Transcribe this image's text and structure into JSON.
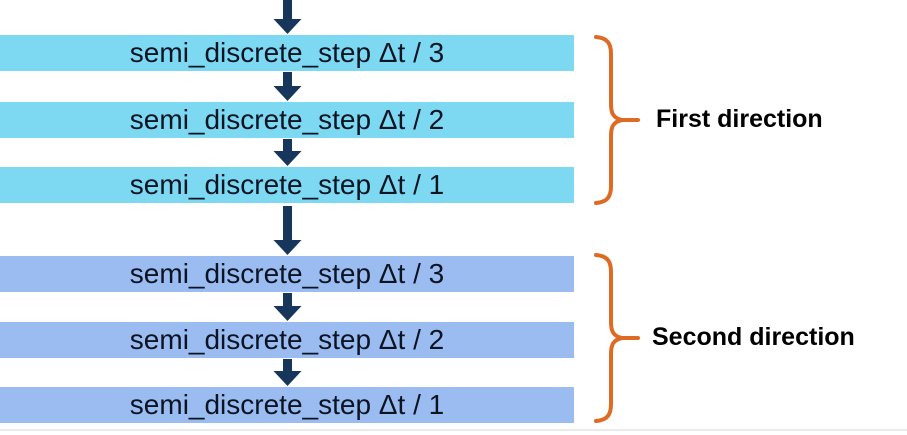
{
  "colors": {
    "background": "#FFFFFF",
    "group1_bar": "#7DD9F2",
    "group2_bar": "#9BBCF0",
    "arrow": "#16365C",
    "brace": "#DD6B24",
    "bar_text": "#0B1423",
    "label_text": "#000000"
  },
  "diagram": {
    "groups": [
      {
        "label": "First direction",
        "steps": [
          "semi_discrete_step Δt / 3",
          "semi_discrete_step Δt / 2",
          "semi_discrete_step Δt / 1"
        ]
      },
      {
        "label": "Second direction",
        "steps": [
          "semi_discrete_step Δt / 3",
          "semi_discrete_step Δt / 2",
          "semi_discrete_step Δt / 1"
        ]
      }
    ]
  }
}
